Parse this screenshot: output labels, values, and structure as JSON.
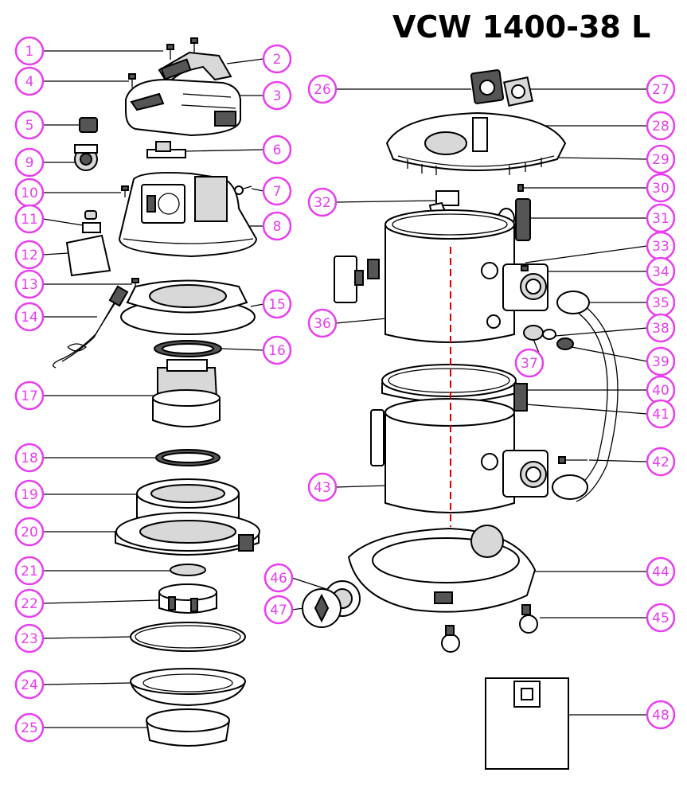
{
  "title": "VCW 1400-38 L",
  "colors": {
    "callout": "#e83ef0",
    "axis": "#e00000",
    "line": "#000000"
  },
  "callouts": [
    "1",
    "2",
    "3",
    "4",
    "5",
    "6",
    "7",
    "8",
    "9",
    "10",
    "11",
    "12",
    "13",
    "14",
    "15",
    "16",
    "17",
    "18",
    "19",
    "20",
    "21",
    "22",
    "23",
    "24",
    "25",
    "26",
    "27",
    "28",
    "29",
    "30",
    "31",
    "32",
    "33",
    "34",
    "35",
    "36",
    "37",
    "38",
    "39",
    "40",
    "41",
    "42",
    "43",
    "44",
    "45",
    "46",
    "47",
    "48"
  ]
}
